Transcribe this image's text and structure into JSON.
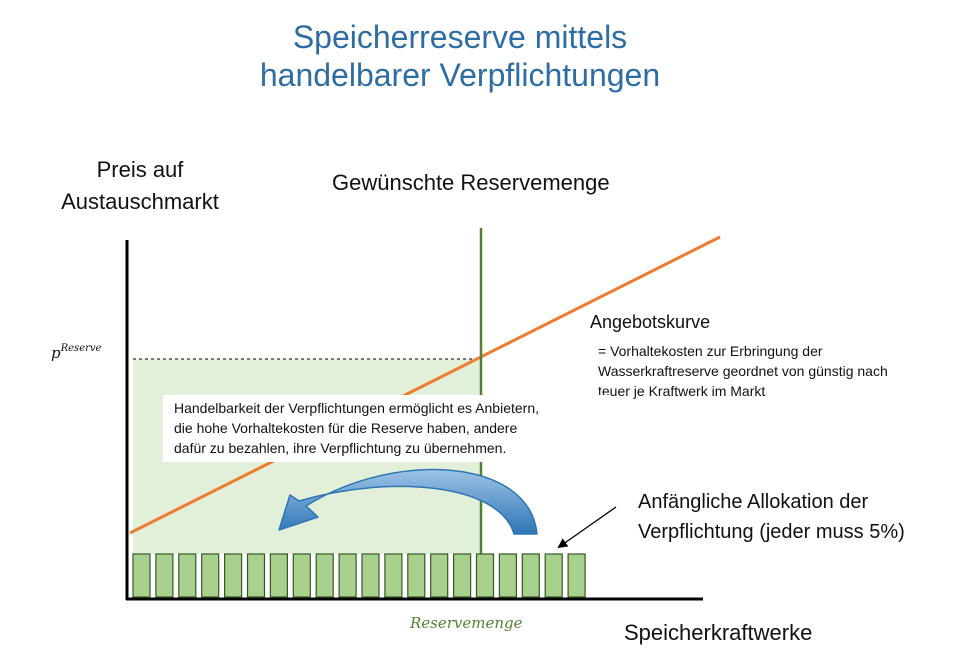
{
  "title": {
    "line1": "Speicherreserve mittels",
    "line2": "handelbarer Verpflichtungen"
  },
  "axes": {
    "y_label_line1": "Preis auf",
    "y_label_line2": "Austauschmarkt",
    "x_label": "Speicherkraftwerke"
  },
  "desired_reserve_label": "Gewünschte Reservemenge",
  "price_label": {
    "base": "p",
    "superscript": "Reserve"
  },
  "reserve_amount_label": "Reservemenge",
  "supply_curve": {
    "title": "Angebotskurve",
    "description_line1": "= Vorhaltekosten zur Erbringung der",
    "description_line2": "Wasserkraftreserve geordnet von günstig nach",
    "description_line3": "teuer je Kraftwerk im Markt"
  },
  "tradability_note": {
    "line1": "Handelbarkeit der Verpflichtungen ermöglicht es Anbietern,",
    "line2": "die hohe Vorhaltekosten für die Reserve haben, andere",
    "line3": "dafür zu bezahlen, ihre Verpflichtung zu übernehmen."
  },
  "initial_allocation": {
    "line1": "Anfängliche Allokation der",
    "line2": "Verpflichtung  (jeder muss 5%)"
  },
  "plants": {
    "count": 20,
    "fill": "#a9d18e",
    "stroke": "#385723"
  },
  "colors": {
    "title": "#2e6da4",
    "supply_curve": "#ed7d31",
    "reserve_line": "#548235",
    "shaded_area": "#e2efd9",
    "arrow": "#2e75b6"
  }
}
